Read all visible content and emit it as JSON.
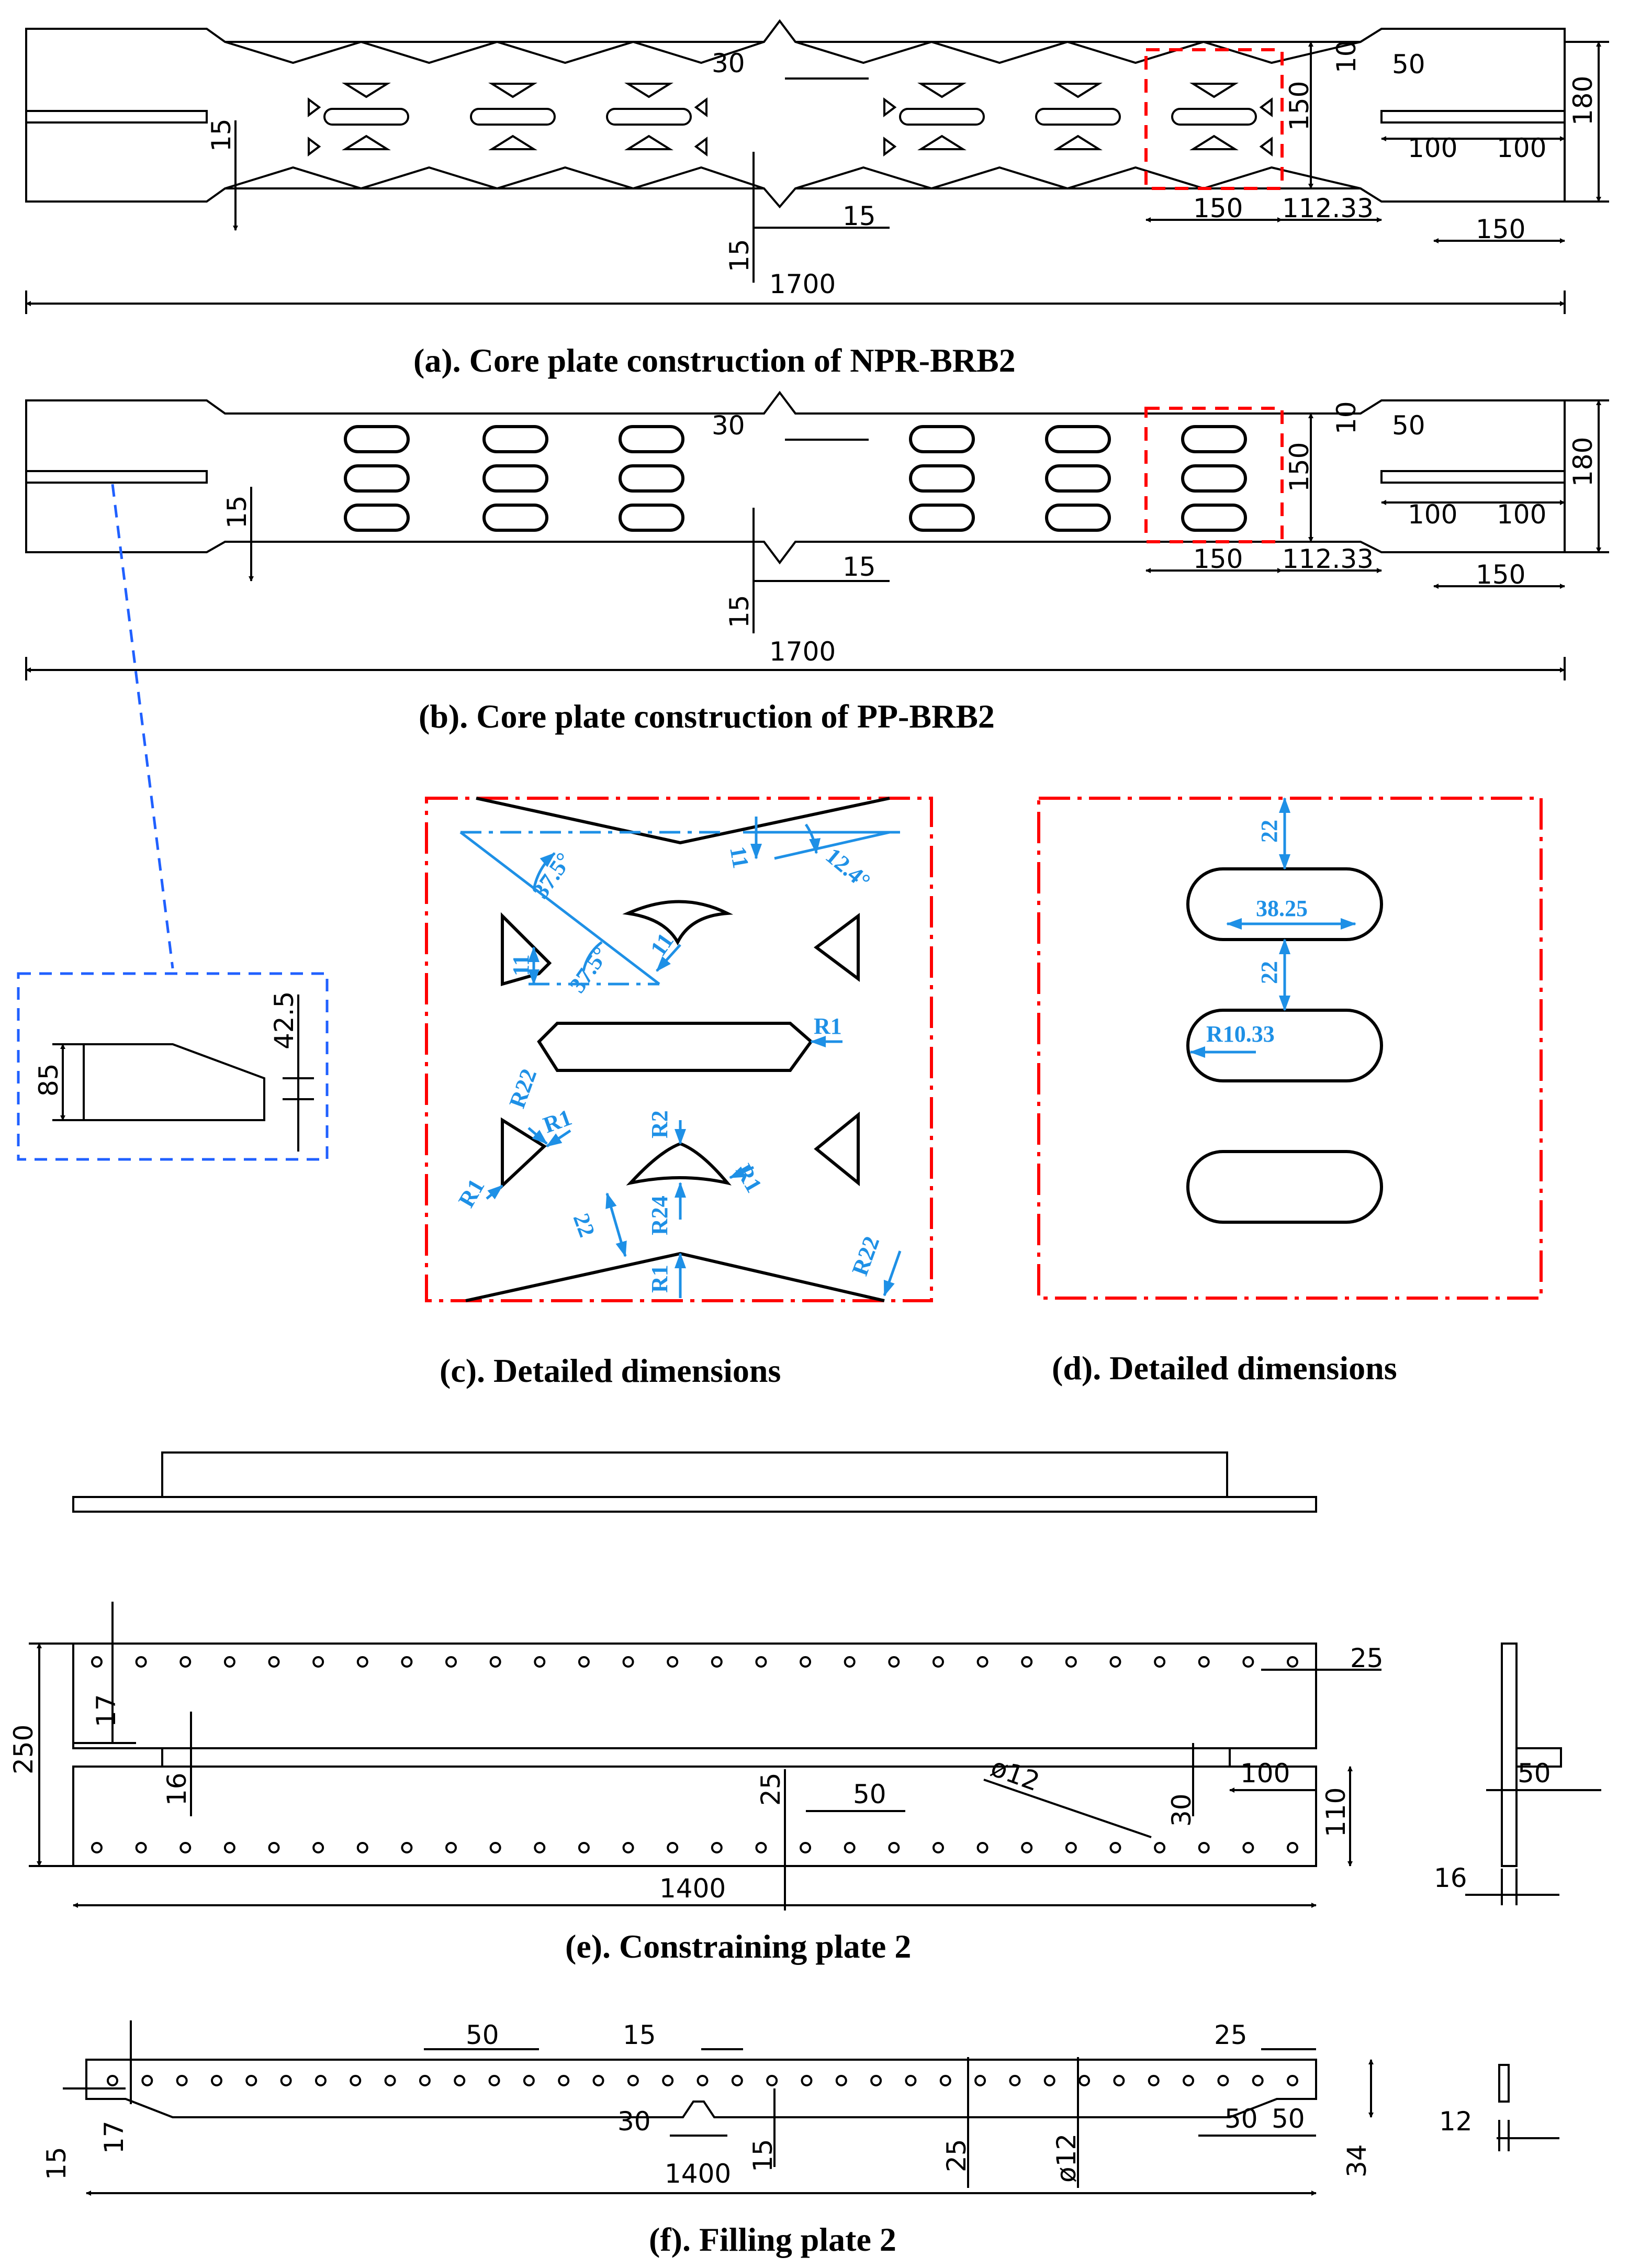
{
  "captions": {
    "a": "(a). Core plate construction of NPR-BRB2",
    "b": "(b). Core plate construction of PP-BRB2",
    "c": "(c). Detailed dimensions",
    "d": "(d). Detailed dimensions",
    "e": "(e). Constraining plate 2",
    "f": "(f). Filling plate 2"
  },
  "panel_a": {
    "total_length": "1700",
    "height": "180",
    "width_mid": "150",
    "dim_30": "30",
    "dim_10": "10",
    "dim_50": "50",
    "dim_15_left": "15",
    "dim_15_bot_v": "15",
    "dim_15_bot_h": "15",
    "dim_100_a": "100",
    "dim_100_b": "100",
    "dim_150_box": "150",
    "dim_112": "112.33",
    "dim_150_end": "150"
  },
  "panel_b": {
    "total_length": "1700",
    "height": "180",
    "width_mid": "150",
    "dim_30": "30",
    "dim_10": "10",
    "dim_50": "50",
    "dim_15_left": "15",
    "dim_15_bot_v": "15",
    "dim_15_bot_h": "15",
    "dim_100_a": "100",
    "dim_100_b": "100",
    "dim_150_box": "150",
    "dim_112": "112.33",
    "dim_150_end": "150"
  },
  "slot_detail": {
    "dim_85": "85",
    "dim_42": "42.5"
  },
  "panel_c": {
    "angle_a": "37.5°",
    "angle_b": "37.5°",
    "angle_c": "12.4°",
    "d11_a": "11",
    "d11_b": "11",
    "d11_c": "11",
    "r1_a": "R1",
    "r1_b": "R1",
    "r1_c": "R1",
    "r1_d": "R1",
    "r1_e": "R1",
    "r22_a": "R22",
    "r22_b": "R22",
    "r2": "R2",
    "r24": "R24",
    "d22": "22"
  },
  "panel_d": {
    "d22_a": "22",
    "d38": "38.25",
    "d22_b": "22",
    "r10": "R10.33"
  },
  "panel_e": {
    "dim_17": "17",
    "dim_250": "250",
    "dim_16": "16",
    "dim_25_top": "25",
    "dim_25_v": "25",
    "dim_50": "50",
    "dim_phi": "ø12",
    "dim_30": "30",
    "dim_100": "100",
    "dim_110": "110",
    "dim_1400": "1400",
    "side_50": "50",
    "side_16": "16"
  },
  "panel_f": {
    "dim_50": "50",
    "dim_15_top": "15",
    "dim_25_top": "25",
    "dim_15_left": "15",
    "dim_17": "17",
    "dim_30": "30",
    "dim_1400": "1400",
    "dim_15_mid": "15",
    "dim_25": "25",
    "dim_phi": "ø12",
    "dim_50_a": "50",
    "dim_50_b": "50",
    "dim_34": "34",
    "side_12": "12"
  }
}
